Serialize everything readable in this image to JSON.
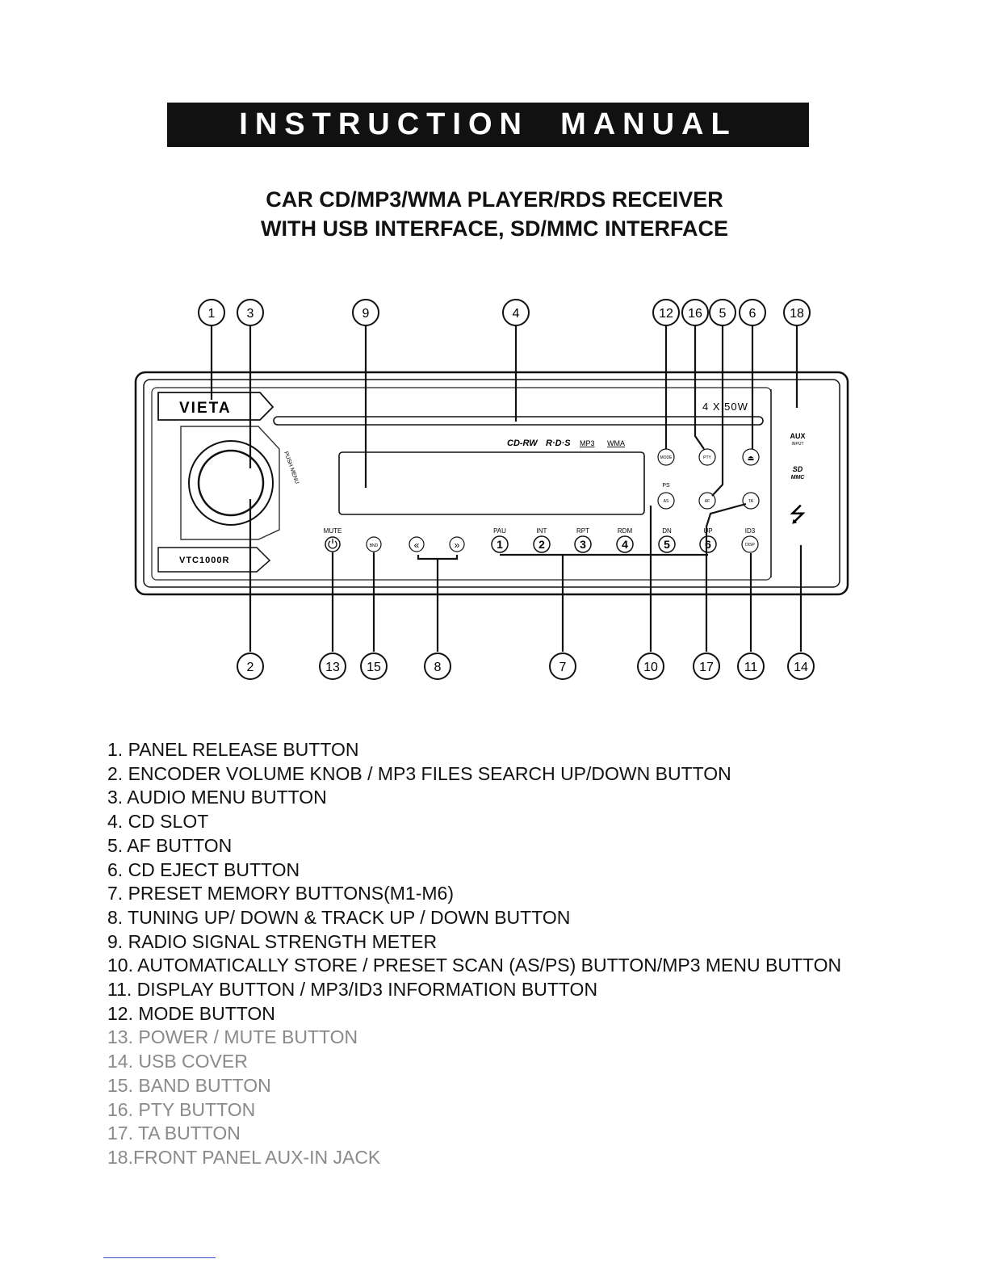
{
  "header": {
    "title": "INSTRUCTION  MANUAL",
    "subtitle_line1": "CAR CD/MP3/WMA PLAYER/RDS RECEIVER",
    "subtitle_line2": "WITH USB INTERFACE, SD/MMC INTERFACE"
  },
  "diagram": {
    "brand": "VIETA",
    "model": "VTC1000R",
    "power_rating": "4 X 50W",
    "knob_caption": "PUSH MENU",
    "media_logos": [
      "CD-RW",
      "R·D·S",
      "MP3",
      "WMA"
    ],
    "aux_label": "AUX",
    "aux_sublabel": "INPUT",
    "sd_label": "SD",
    "mmc_label": "MMC",
    "usb_symbol": "⭍",
    "mute_label": "MUTE",
    "band_label": "BND",
    "prev_symbol": "«",
    "next_symbol": "»",
    "mode_label": "MODE",
    "pty_label": "PTY",
    "eject_symbol": "⏏",
    "ps_label": "PS",
    "as_label": "AS",
    "af_label": "AF",
    "ta_label": "TA",
    "id3_label": "ID3",
    "disp_label": "DISP",
    "presets": [
      {
        "top": "PAU",
        "num": "1"
      },
      {
        "top": "INT",
        "num": "2"
      },
      {
        "top": "RPT",
        "num": "3"
      },
      {
        "top": "RDM",
        "num": "4"
      },
      {
        "top": "DN",
        "num": "5"
      },
      {
        "top": "UP",
        "num": "6"
      }
    ],
    "callouts_top": [
      "1",
      "3",
      "9",
      "4",
      "12",
      "16",
      "5",
      "6",
      "18"
    ],
    "callouts_bottom": [
      "2",
      "13",
      "15",
      "8",
      "7",
      "10",
      "17",
      "11",
      "14"
    ]
  },
  "parts_list": [
    "1. PANEL RELEASE BUTTON",
    "2. ENCODER VOLUME KNOB / MP3 FILES SEARCH UP/DOWN BUTTON",
    "3. AUDIO MENU BUTTON",
    "4. CD SLOT",
    "5. AF BUTTON",
    "6. CD EJECT BUTTON",
    "7. PRESET MEMORY BUTTONS(M1-M6)",
    "8. TUNING UP/ DOWN & TRACK UP / DOWN BUTTON",
    "9. RADIO SIGNAL STRENGTH METER",
    "10. AUTOMATICALLY STORE / PRESET SCAN (AS/PS) BUTTON/MP3 MENU BUTTON",
    "11. DISPLAY BUTTON / MP3/ID3 INFORMATION BUTTON",
    "12. MODE BUTTON",
    "13. POWER / MUTE BUTTON",
    "14. USB COVER",
    "15. BAND BUTTON",
    "16. PTY BUTTON",
    "17. TA BUTTON",
    "18.FRONT PANEL AUX-IN JACK"
  ]
}
